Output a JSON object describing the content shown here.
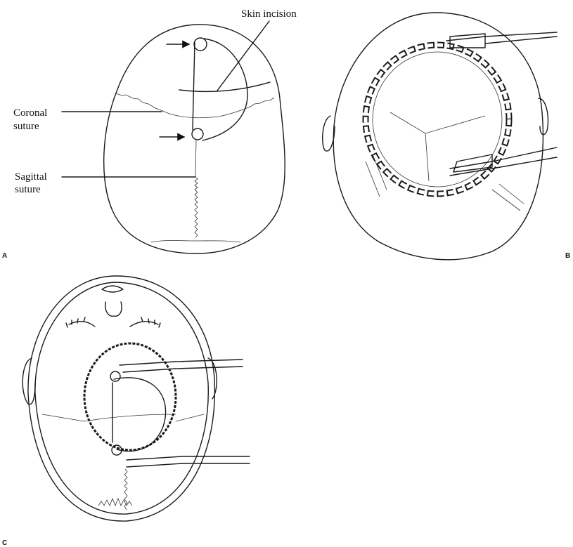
{
  "panels": {
    "a": {
      "letter": "A",
      "labels": {
        "skin_incision": "Skin incision",
        "coronal_line1": "Coronal",
        "coronal_line2": "suture",
        "sagittal_line1": "Sagittal",
        "sagittal_line2": "suture"
      }
    },
    "b": {
      "letter": "B"
    },
    "c": {
      "letter": "C"
    }
  }
}
